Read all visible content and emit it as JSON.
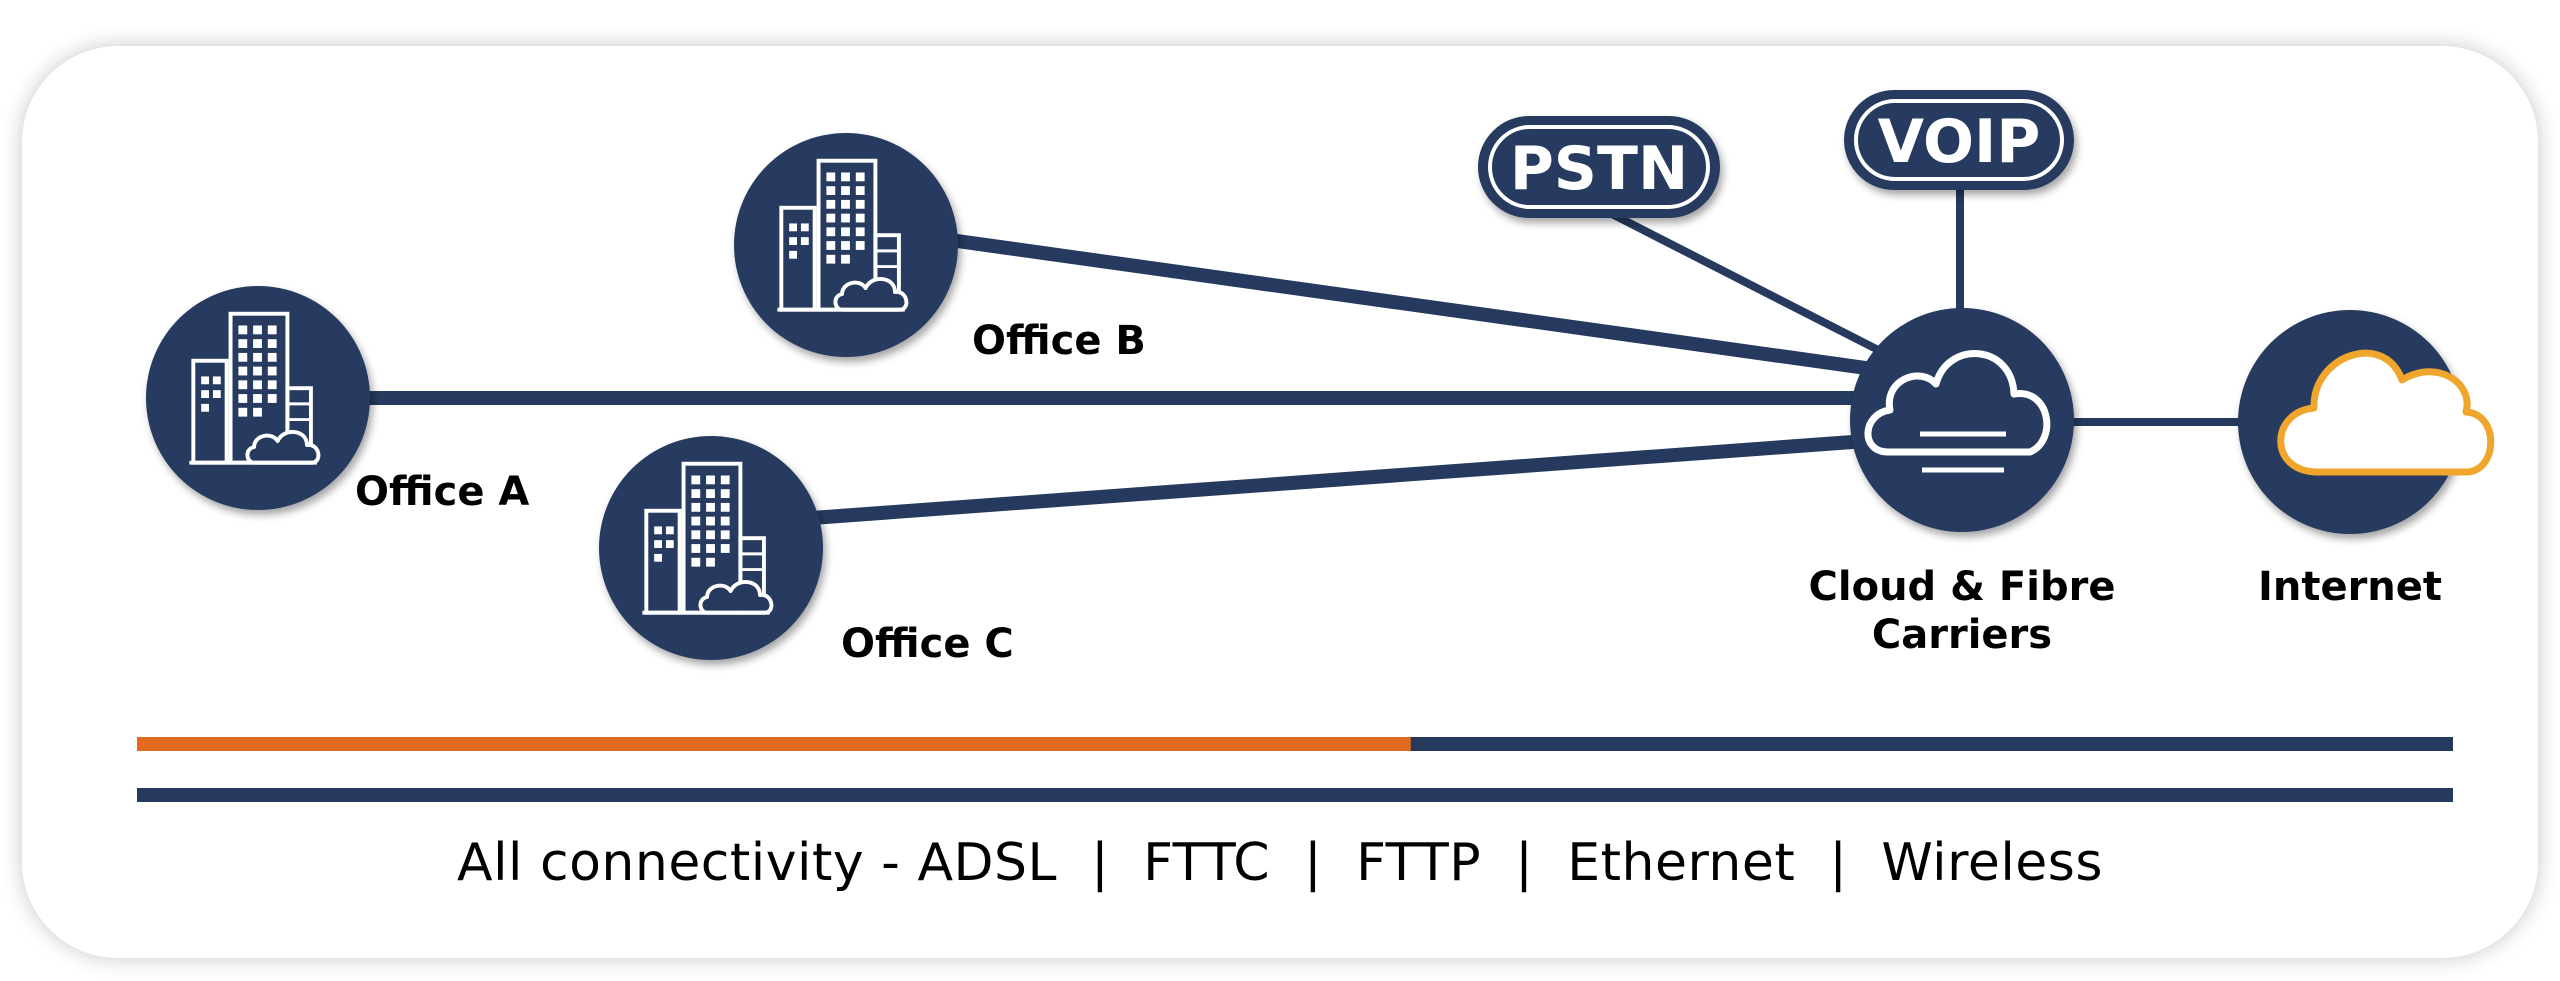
{
  "colors": {
    "navy": "#253a5e",
    "orange": "#e0691d",
    "internet_cloud": "#f0a62c",
    "white": "#ffffff"
  },
  "nodes": {
    "office_a": {
      "label": "Office A",
      "icon": "office-building-icon"
    },
    "office_b": {
      "label": "Office B",
      "icon": "office-building-icon"
    },
    "office_c": {
      "label": "Office C",
      "icon": "office-building-icon"
    },
    "carriers": {
      "label_line1": "Cloud & Fibre",
      "label_line2": "Carriers",
      "icon": "cloud-fibre-icon"
    },
    "internet": {
      "label": "Internet",
      "icon": "internet-cloud-icon"
    }
  },
  "services": {
    "pstn": "PSTN",
    "voip": "VOIP"
  },
  "connectivity": {
    "caption": "All connectivity - ADSL  |  FTTC  |  FTTP  |  Ethernet  |  Wireless",
    "upper_bar_orange_fraction": 0.55
  }
}
